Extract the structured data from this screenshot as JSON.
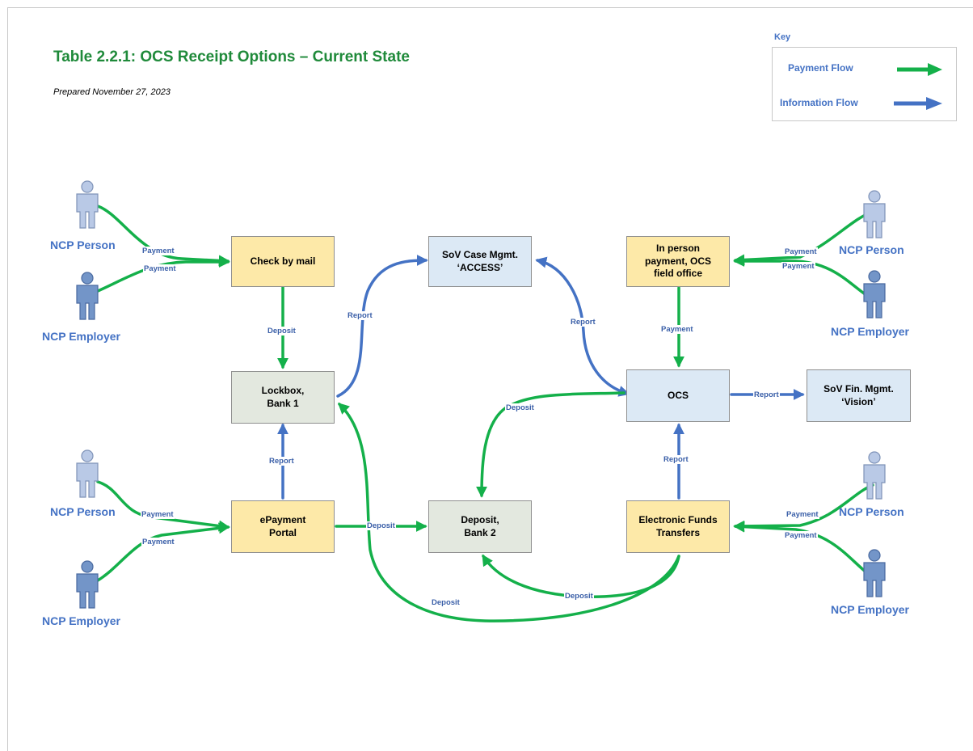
{
  "title": "Table 2.2.1: OCS Receipt Options – Current State",
  "subtitle": "Prepared November  27, 2023",
  "key": {
    "heading": "Key",
    "payment_flow_label": "Payment Flow",
    "information_flow_label": "Information Flow",
    "payment_color": "#14b04a",
    "information_color": "#4472c4"
  },
  "nodes": {
    "check_by_mail": "Check by mail",
    "sov_case_mgmt": "SoV Case Mgmt.\n‘ACCESS’",
    "in_person_payment": "In person\npayment, OCS\nfield office",
    "lockbox_bank1": "Lockbox,\nBank 1",
    "ocs": "OCS",
    "sov_fin_mgmt": "SoV Fin. Mgmt.\n‘Vision’",
    "epayment_portal": "ePayment\nPortal",
    "deposit_bank2": "Deposit,\nBank 2",
    "electronic_funds": "Electronic Funds\nTransfers"
  },
  "actors": {
    "ncp_person": "NCP Person",
    "ncp_employer": "NCP Employer"
  },
  "flow_labels": {
    "payment": "Payment",
    "deposit": "Deposit",
    "report": "Report"
  }
}
